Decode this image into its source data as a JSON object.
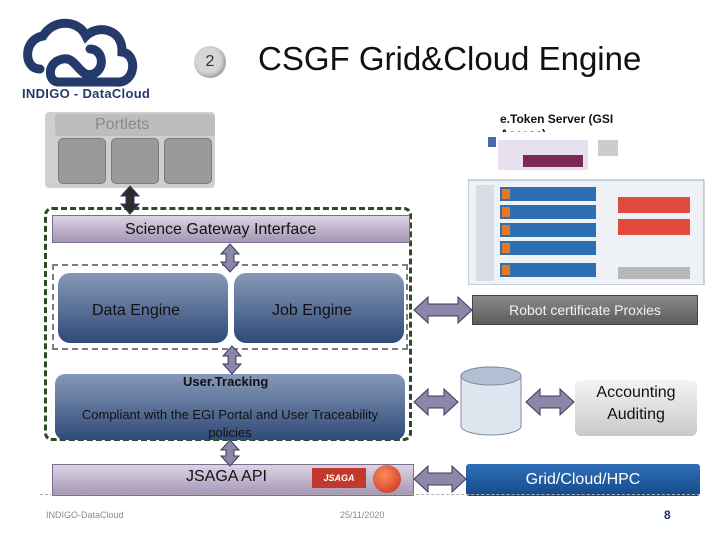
{
  "brand": {
    "logo_text": "INDIGO - DataCloud"
  },
  "slide": {
    "number_badge": "2",
    "title": "CSGF Grid&Cloud Engine"
  },
  "portlets": {
    "label": "Portlets"
  },
  "etoken": {
    "label": "e.Token Server (GSI Access)"
  },
  "layers": {
    "science_gateway": "Science Gateway Interface",
    "data_engine": "Data Engine",
    "job_engine": "Job Engine",
    "user_tracking_title": "User.Tracking",
    "user_tracking_text": "Compliant with the EGI Portal and User Traceability policies",
    "jsaga_api": "JSAGA API",
    "jsaga_logo": "JSAGA"
  },
  "right_side": {
    "robot": "Robot certificate Proxies",
    "accounting": "Accounting",
    "auditing": "Auditing",
    "grid": "Grid/Cloud/HPC"
  },
  "footer": {
    "left": "INDIGO-DataCloud",
    "center": "25/11/2020",
    "page": "8"
  },
  "colors": {
    "layer_blue": "#2f4a78",
    "lavender": "#a596b5",
    "grid_blue": "#154a8a",
    "arrow_fill": "#8c86a8",
    "logo_navy": "#233a6b"
  }
}
